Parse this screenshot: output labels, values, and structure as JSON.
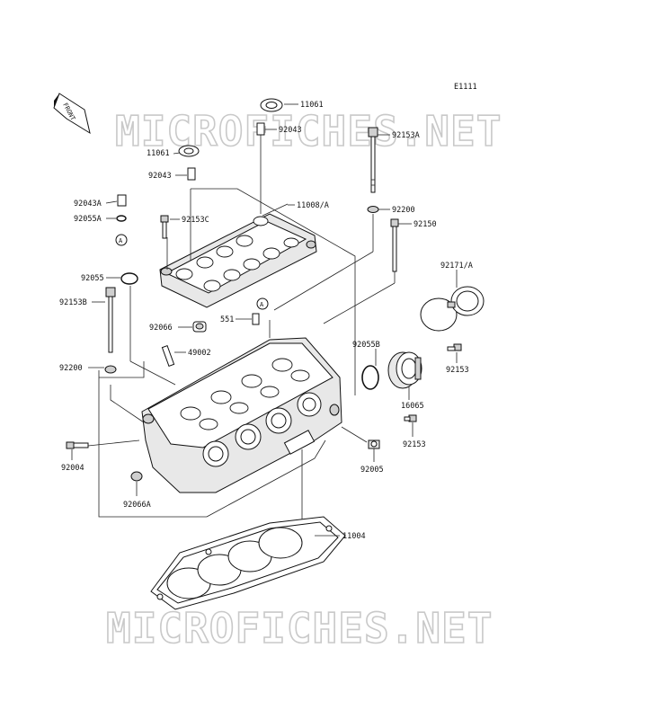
{
  "diagram": {
    "code": "E1111",
    "front_label": "FRONT",
    "watermark": "MICROFICHES.NET",
    "ref_marker": "A",
    "labels": {
      "p11061_top": "11061",
      "p92043_top": "92043",
      "p92153A": "92153A",
      "p11061_left": "11061",
      "p92043_left": "92043",
      "p92043A": "92043A",
      "p92055A": "92055A",
      "p92153C": "92153C",
      "p11008A": "11008/A",
      "p92200_right": "92200",
      "p92150": "92150",
      "p92055": "92055",
      "p92153B": "92153B",
      "p92171A": "92171/A",
      "p551": "551",
      "p92066": "92066",
      "p49002": "49002",
      "p92055B": "92055B",
      "p92153_upper": "92153",
      "p16065": "16065",
      "p92200_left": "92200",
      "p92153_lower": "92153",
      "p92004": "92004",
      "p92005": "92005",
      "p92066A": "92066A",
      "p11004": "11004"
    }
  }
}
